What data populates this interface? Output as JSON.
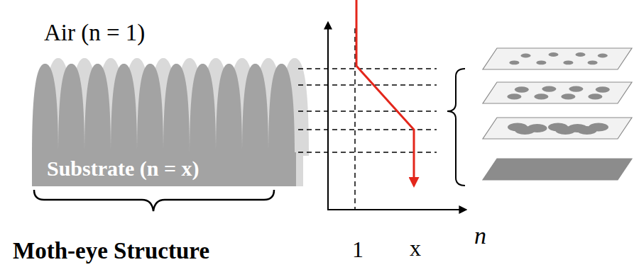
{
  "diagram": {
    "labels": [
      "Air (n = 1)",
      "Substrate (n = x)",
      "Moth-eye Structure",
      "1",
      "x",
      "n"
    ]
  }
}
